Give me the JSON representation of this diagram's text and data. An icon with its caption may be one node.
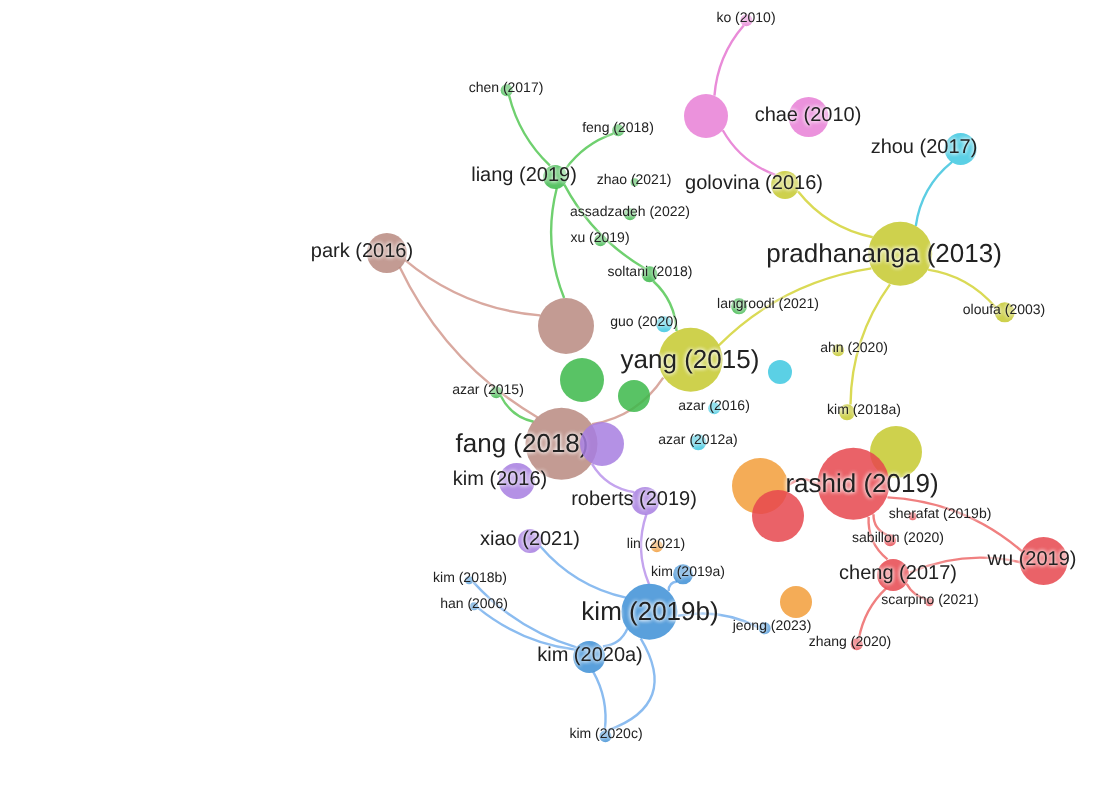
{
  "diagram": {
    "nodes": [
      {
        "text": [
          "ko (2010)"
        ]
      },
      {
        "text": [
          "chen (2017)"
        ]
      },
      {
        "text": [
          "chae (2010)"
        ]
      },
      {
        "text": [],
        "shape": "circle"
      },
      {
        "text": [
          "feng (2018)"
        ]
      },
      {
        "text": [
          "zhou (2017)"
        ]
      },
      {
        "text": [
          "liang (2019)"
        ]
      },
      {
        "text": [
          "zhao (2021)"
        ]
      },
      {
        "text": [
          "golovina (2016)"
        ]
      },
      {
        "text": [
          "assadzadeh (2022)"
        ]
      },
      {
        "text": [
          "xu (2019)"
        ]
      },
      {
        "text": [
          "park (2016)"
        ]
      },
      {
        "text": [
          "pradhananga (2013)"
        ]
      },
      {
        "text": [
          "soltani (2018)"
        ]
      },
      {
        "text": [
          "langroodi (2021)"
        ]
      },
      {
        "text": [
          "oloufa (2003)"
        ]
      },
      {
        "text": [],
        "shape": "circle"
      },
      {
        "text": [
          "guo (2020)"
        ]
      },
      {
        "text": [
          "yang (2015)"
        ]
      },
      {
        "text": [],
        "shape": "circle"
      },
      {
        "text": [],
        "shape": "circle"
      },
      {
        "text": [
          "ahn (2020)"
        ]
      },
      {
        "text": [
          "azar (2015)"
        ]
      },
      {
        "text": [
          "azar (2016)"
        ]
      },
      {
        "text": [
          "kim (2018a)"
        ]
      },
      {
        "text": [],
        "shape": "circle"
      },
      {
        "text": [
          "fang (2018)"
        ]
      },
      {
        "text": [],
        "shape": "circle"
      },
      {
        "text": [
          "azar (2012a)"
        ]
      },
      {
        "text": [],
        "shape": "circle"
      },
      {
        "text": [],
        "shape": "circle"
      },
      {
        "text": [
          "rashid (2019)"
        ]
      },
      {
        "text": [
          "kim (2016)"
        ]
      },
      {
        "text": [
          "roberts (2019)"
        ]
      },
      {
        "text": [],
        "shape": "circle"
      },
      {
        "text": [
          "sherafat (2019b)"
        ]
      },
      {
        "text": [
          "sabillon (2020)"
        ]
      },
      {
        "text": [
          "xiao (2021)"
        ]
      },
      {
        "text": [
          "lin (2021)"
        ]
      },
      {
        "text": [
          "cheng (2017)"
        ]
      },
      {
        "text": [
          "wu (2019)"
        ]
      },
      {
        "text": [
          "kim (2019a)"
        ]
      },
      {
        "text": [
          "kim (2018b)"
        ]
      },
      {
        "text": [
          "han (2006)"
        ]
      },
      {
        "text": [
          "kim (2019b)"
        ]
      },
      {
        "text": [
          "scarpino (2021)"
        ]
      },
      {
        "text": [
          "jeong (2023)"
        ]
      },
      {
        "text": [],
        "shape": "circle"
      },
      {
        "text": [
          "zhang (2020)"
        ]
      },
      {
        "text": [
          "kim (2020a)"
        ]
      },
      {
        "text": [
          "kim (2020c)"
        ]
      }
    ],
    "edges": [
      {
        "from": 0,
        "to": 3,
        "arrow": "none",
        "color": "#e98bd8"
      },
      {
        "from": 1,
        "to": 6,
        "arrow": "none",
        "color": "#6fd06f"
      },
      {
        "from": 4,
        "to": 6,
        "arrow": "none",
        "color": "#6fd06f"
      },
      {
        "from": 6,
        "to": 16,
        "arrow": "none",
        "color": "#6fd06f"
      },
      {
        "from": 11,
        "to": 26,
        "arrow": "none",
        "color": "#d9a9a0"
      },
      {
        "from": 11,
        "to": 16,
        "arrow": "none",
        "color": "#d9a9a0"
      },
      {
        "from": 5,
        "to": 12,
        "arrow": "none",
        "color": "#5ccde3"
      },
      {
        "from": 15,
        "to": 12,
        "arrow": "none",
        "color": "#dada55"
      },
      {
        "from": 12,
        "to": 18,
        "arrow": "none",
        "color": "#dada55"
      },
      {
        "from": 12,
        "to": 24,
        "arrow": "none",
        "color": "#dada55"
      },
      {
        "from": 8,
        "to": 12,
        "arrow": "none",
        "color": "#dada55"
      },
      {
        "from": 3,
        "to": 8,
        "arrow": "none",
        "color": "#e98bd8"
      },
      {
        "from": 40,
        "to": 31,
        "arrow": "none",
        "color": "#f08080"
      },
      {
        "from": 40,
        "to": 39,
        "arrow": "none",
        "color": "#f08080"
      },
      {
        "from": 50,
        "to": 49,
        "arrow": "none",
        "color": "#8bbcf0"
      },
      {
        "from": 50,
        "to": 44,
        "arrow": "none",
        "color": "#8bbcf0"
      },
      {
        "from": 49,
        "to": 44,
        "arrow": "none",
        "color": "#8bbcf0"
      },
      {
        "from": 43,
        "to": 49,
        "arrow": "none",
        "color": "#8bbcf0"
      },
      {
        "from": 42,
        "to": 49,
        "arrow": "none",
        "color": "#8bbcf0"
      },
      {
        "from": 37,
        "to": 44,
        "arrow": "none",
        "color": "#8bbcf0"
      },
      {
        "from": 31,
        "to": 39,
        "arrow": "none",
        "color": "#f08080"
      },
      {
        "from": 31,
        "to": 36,
        "arrow": "none",
        "color": "#f08080"
      },
      {
        "from": 39,
        "to": 48,
        "arrow": "none",
        "color": "#f08080"
      },
      {
        "from": 39,
        "to": 45,
        "arrow": "none",
        "color": "#f08080"
      },
      {
        "from": 46,
        "to": 44,
        "arrow": "none",
        "color": "#8bbcf0"
      },
      {
        "from": 26,
        "to": 18,
        "arrow": "none",
        "color": "#d9a9a0"
      },
      {
        "from": 26,
        "to": 33,
        "arrow": "none",
        "color": "#c4a4ee"
      },
      {
        "from": 18,
        "to": 13,
        "arrow": "none",
        "color": "#6fd06f"
      },
      {
        "from": 6,
        "to": 13,
        "arrow": "none",
        "color": "#6fd06f"
      },
      {
        "from": 22,
        "to": 26,
        "arrow": "none",
        "color": "#6fd06f"
      },
      {
        "from": 41,
        "to": 44,
        "arrow": "none",
        "color": "#8bbcf0"
      },
      {
        "from": 31,
        "to": 29,
        "arrow": "none",
        "color": "#f08080"
      },
      {
        "from": 33,
        "to": 44,
        "arrow": "none",
        "color": "#c4a4ee"
      }
    ]
  }
}
